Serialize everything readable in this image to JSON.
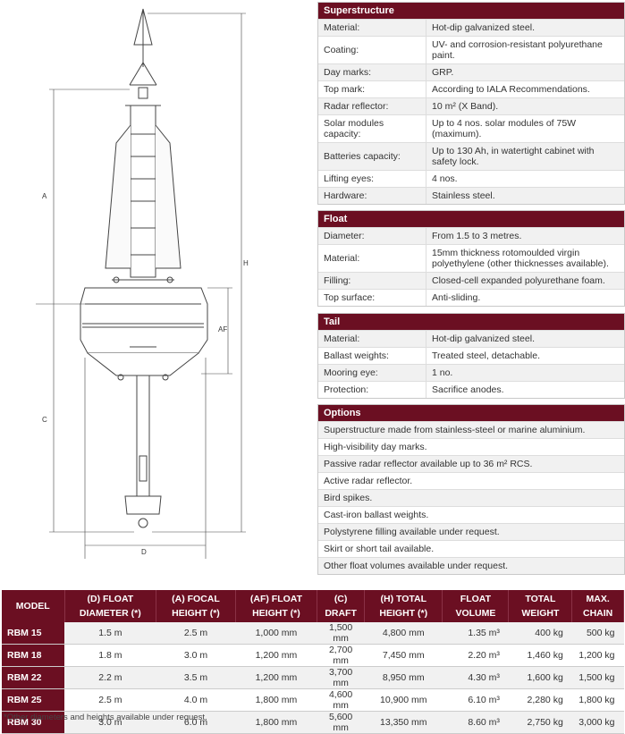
{
  "drawing": {
    "dim_labels": {
      "a": "A",
      "h": "H",
      "af": "AF",
      "c": "C",
      "d": "D"
    }
  },
  "superstructure": {
    "title": "Superstructure",
    "rows": [
      {
        "label": "Material:",
        "value": "Hot-dip galvanized steel."
      },
      {
        "label": "Coating:",
        "value": "UV- and corrosion-resistant polyurethane paint."
      },
      {
        "label": "Day marks:",
        "value": "GRP."
      },
      {
        "label": "Top mark:",
        "value": "According to IALA Recommendations."
      },
      {
        "label": "Radar reflector:",
        "value": "10 m² (X Band)."
      },
      {
        "label": "Solar modules capacity:",
        "value": "Up to 4 nos. solar modules of 75W (maximum)."
      },
      {
        "label": "Batteries capacity:",
        "value": "Up to 130 Ah, in watertight cabinet with safety lock."
      },
      {
        "label": "Lifting eyes:",
        "value": "4 nos."
      },
      {
        "label": "Hardware:",
        "value": "Stainless steel."
      }
    ]
  },
  "float": {
    "title": "Float",
    "rows": [
      {
        "label": "Diameter:",
        "value": "From 1.5 to 3 metres."
      },
      {
        "label": "Material:",
        "value": "15mm thickness rotomoulded virgin polyethylene (other thicknesses available)."
      },
      {
        "label": "Filling:",
        "value": "Closed-cell expanded polyurethane foam."
      },
      {
        "label": "Top surface:",
        "value": "Anti-sliding."
      }
    ]
  },
  "tail": {
    "title": "Tail",
    "rows": [
      {
        "label": "Material:",
        "value": "Hot-dip galvanized steel."
      },
      {
        "label": "Ballast weights:",
        "value": "Treated steel, detachable."
      },
      {
        "label": "Mooring eye:",
        "value": "1 no."
      },
      {
        "label": "Protection:",
        "value": "Sacrifice anodes."
      }
    ]
  },
  "options": {
    "title": "Options",
    "items": [
      "Superstructure made from stainless-steel or marine aluminium.",
      "High-visibility day marks.",
      "Passive radar reflector available up to 36 m² RCS.",
      "Active radar reflector.",
      "Bird spikes.",
      "Cast-iron ballast weights.",
      "Polystyrene filling available under request.",
      "Skirt or short tail available.",
      "Other float volumes available under request."
    ]
  },
  "models": {
    "headers": [
      "MODEL",
      "(D) FLOAT DIAMETER (*)",
      "(A) FOCAL HEIGHT (*)",
      "(AF) FLOAT HEIGHT (*)",
      "(C) DRAFT",
      "(H) TOTAL HEIGHT (*)",
      "FLOAT VOLUME",
      "TOTAL WEIGHT",
      "MAX. CHAIN"
    ],
    "rows": [
      [
        "RBM 15",
        "1.5 m",
        "2.5 m",
        "1,000 mm",
        "1,500 mm",
        "4,800 mm",
        "1.35 m³",
        "400 kg",
        "500 kg"
      ],
      [
        "RBM 18",
        "1.8 m",
        "3.0 m",
        "1,200 mm",
        "2,700 mm",
        "7,450 mm",
        "2.20 m³",
        "1,460 kg",
        "1,200 kg"
      ],
      [
        "RBM 22",
        "2.2 m",
        "3.5 m",
        "1,200 mm",
        "3,700 mm",
        "8,950 mm",
        "4.30 m³",
        "1,600 kg",
        "1,500 kg"
      ],
      [
        "RBM 25",
        "2.5 m",
        "4.0 m",
        "1,800 mm",
        "4,600 mm",
        "10,900 mm",
        "6.10 m³",
        "2,280 kg",
        "1,800 kg"
      ],
      [
        "RBM 30",
        "3.0 m",
        "6.0 m",
        "1,800 mm",
        "5,600 mm",
        "13,350 mm",
        "8.60 m³",
        "2,750 kg",
        "3,000 kg"
      ]
    ],
    "note": "*Other diameters and heights available under request."
  }
}
